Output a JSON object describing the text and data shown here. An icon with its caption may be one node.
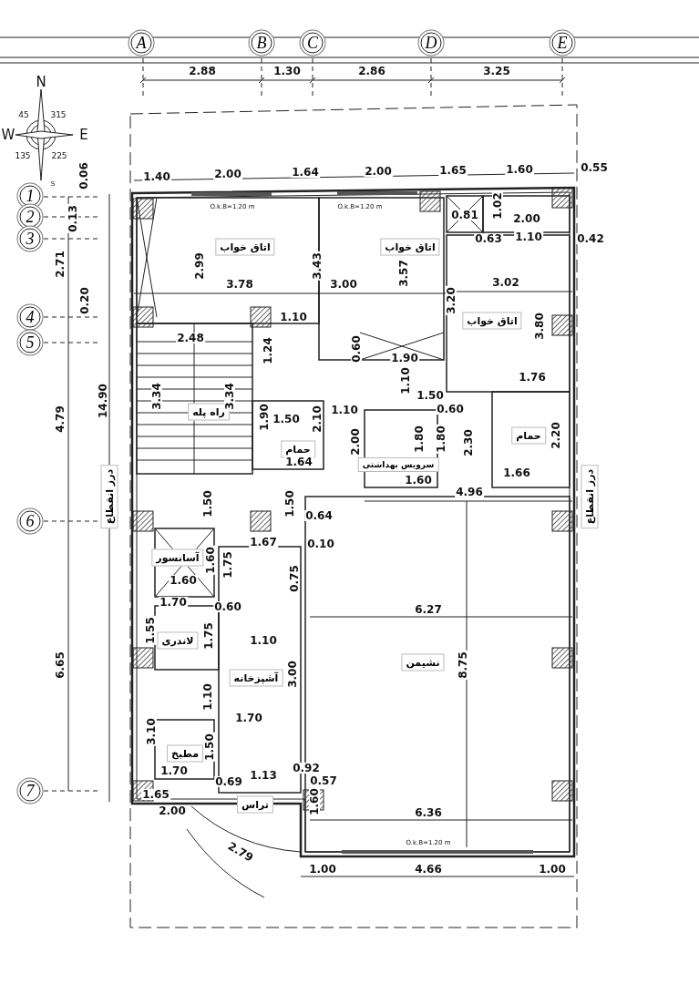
{
  "diagram": {
    "nodes": [
      {
        "text": [
          "A"
        ]
      },
      {
        "text": [
          "B"
        ]
      },
      {
        "text": [
          "C"
        ]
      },
      {
        "text": [
          "D"
        ]
      },
      {
        "text": [
          "E"
        ]
      },
      {
        "text": [
          "1"
        ]
      },
      {
        "text": [
          "2"
        ]
      },
      {
        "text": [
          "3"
        ]
      },
      {
        "text": [
          "4"
        ]
      },
      {
        "text": [
          "5"
        ]
      },
      {
        "text": [
          "6"
        ]
      },
      {
        "text": [
          "7"
        ]
      },
      {
        "text": [
          "اتاق خواب"
        ]
      },
      {
        "text": [
          "اتاق خواب"
        ]
      },
      {
        "text": [
          "اتاق خواب"
        ]
      },
      {
        "text": [
          "راه پله"
        ]
      },
      {
        "text": [
          "حمام"
        ]
      },
      {
        "text": [
          "سرویس بهداشتی"
        ]
      },
      {
        "text": [
          "حمام"
        ]
      },
      {
        "text": [
          "درز انقطاع"
        ]
      },
      {
        "text": [
          "درز انقطاع"
        ]
      },
      {
        "text": [
          "آسانسور"
        ]
      },
      {
        "text": [
          "لاندری"
        ]
      },
      {
        "text": [
          "آشپزخانه"
        ]
      },
      {
        "text": [
          "نشیمن"
        ]
      },
      {
        "text": [
          "مطبخ"
        ]
      },
      {
        "text": [
          "تراس"
        ]
      }
    ],
    "labels": [
      "2.88",
      "1.30",
      "2.86",
      "3.25",
      "N",
      "45",
      "315",
      "W",
      "E",
      "135",
      "225",
      "1.40",
      "2.00",
      "1.64",
      "2.00",
      "1.65",
      "1.60",
      "0.55",
      "0.06",
      "S",
      "O.k.B=1.20 m",
      "O.k.B=1.20 m",
      "1.02",
      "0.81",
      "2.00",
      "0.13",
      "0.63",
      "1.10",
      "0.42",
      "2.71",
      "2.99",
      "3.43",
      "3.57",
      "3.78",
      "3.00",
      "3.02",
      "0.20",
      "3.20",
      "1.10",
      "3.80",
      "2.48",
      "1.24",
      "0.60",
      "1.90",
      "1.76",
      "4.79",
      "14.90",
      "3.34",
      "3.34",
      "1.90",
      "1.50",
      "2.10",
      "1.10",
      "1.10",
      "1.50",
      "0.60",
      "2.00",
      "1.80",
      "1.80",
      "2.30",
      "2.20",
      "1.64",
      "1.60",
      "1.66",
      "4.96",
      "1.50",
      "1.50",
      "0.64",
      "1.67",
      "0.10",
      "1.60",
      "1.75",
      "0.75",
      "1.60",
      "1.70",
      "0.60",
      "6.27",
      "1.55",
      "1.75",
      "1.10",
      "6.65",
      "3.00",
      "8.75",
      "1.10",
      "1.70",
      "3.10",
      "1.50",
      "1.70",
      "0.69",
      "1.13",
      "0.92",
      "0.57",
      "1.65",
      "1.60",
      "2.00",
      "6.36",
      "O.k.B=1.20 m",
      "2.79",
      "1.00",
      "4.66",
      "1.00"
    ]
  }
}
